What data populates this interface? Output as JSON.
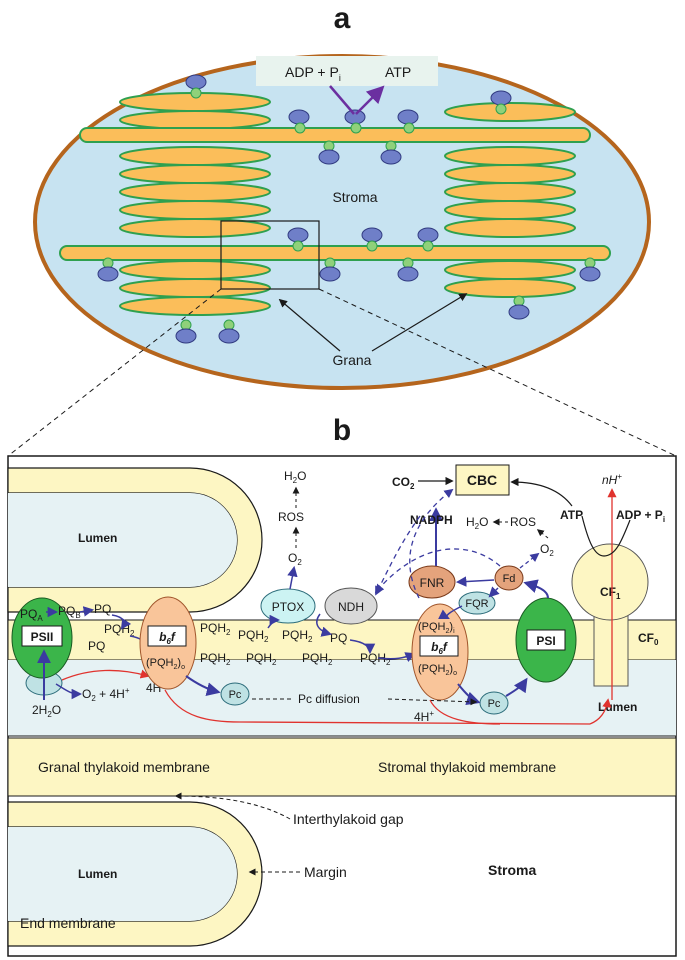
{
  "panel_a": {
    "letter": "a",
    "adp_label": "ADP + P",
    "adp_sub": "i",
    "atp_label": "ATP",
    "stroma_label": "Stroma",
    "grana_label": "Grana"
  },
  "panel_b": {
    "letter": "b",
    "lumen_top": "Lumen",
    "lumen_right": "Lumen",
    "lumen_bottom": "Lumen",
    "granal_membrane": "Granal thylakoid membrane",
    "stromal_membrane": "Stromal thylakoid membrane",
    "interthylakoid_gap": "Interthylakoid gap",
    "margin": "Margin",
    "stroma": "Stroma",
    "end_membrane": "End membrane",
    "psii": "PSII",
    "psi": "PSI",
    "b6f_main": "b",
    "b6f_sub": "6",
    "b6f_tail": "f",
    "ptox": "PTOX",
    "ndh": "NDH",
    "fnr": "FNR",
    "fd": "Fd",
    "fqr": "FQR",
    "pc": "Pc",
    "pc_diffusion": "Pc diffusion",
    "cbc": "CBC",
    "co2": "CO",
    "co2_sub": "2",
    "nadph": "NADPH",
    "atp": "ATP",
    "adp_pi": "ADP + P",
    "adp_pi_sub": "i",
    "cf1": "CF",
    "cf1_sub": "1",
    "cf0": "CF",
    "cf0_sub": "0",
    "nh": "nH",
    "nh_sup": "+",
    "h2o_top": "H",
    "ros_top": "ROS",
    "o2_top": "O",
    "h2o_ros": "H",
    "ros_right": "ROS",
    "o2_right": "O",
    "pq": "PQ",
    "pqh2": "PQH",
    "pqa": "PQ",
    "pqa_sub": "A",
    "pqb": "PQ",
    "pqb_sub": "B",
    "pqh2_o": "(PQH",
    "pqh2_o_sub": "o",
    "pqh2_i": "(PQH",
    "pqh2_i_sub": "i",
    "water": "2H",
    "water_tail": "O",
    "o2_4h": "O",
    "o2_4h_tail": " + 4H",
    "h4_left": "4H",
    "h4_right": "4H",
    "plus": "+",
    "two": "2",
    "close_paren": ")"
  },
  "colors": {
    "stroma_blue": "#c7e3f1",
    "grana_orange": "#fbbe5a",
    "membrane_green": "#2fa04f",
    "envelope_brown": "#b5651d",
    "purple": "#6b2fa0",
    "complex_blue": "#6f7fc8",
    "psii_green": "#3bb54a",
    "b6f_orange": "#f9c59a",
    "membrane_yellow": "#fdf6c3",
    "lumen_pale": "#e6f2f4",
    "arrow_blue": "#3b3ba0",
    "proton_red": "#e0332e"
  }
}
